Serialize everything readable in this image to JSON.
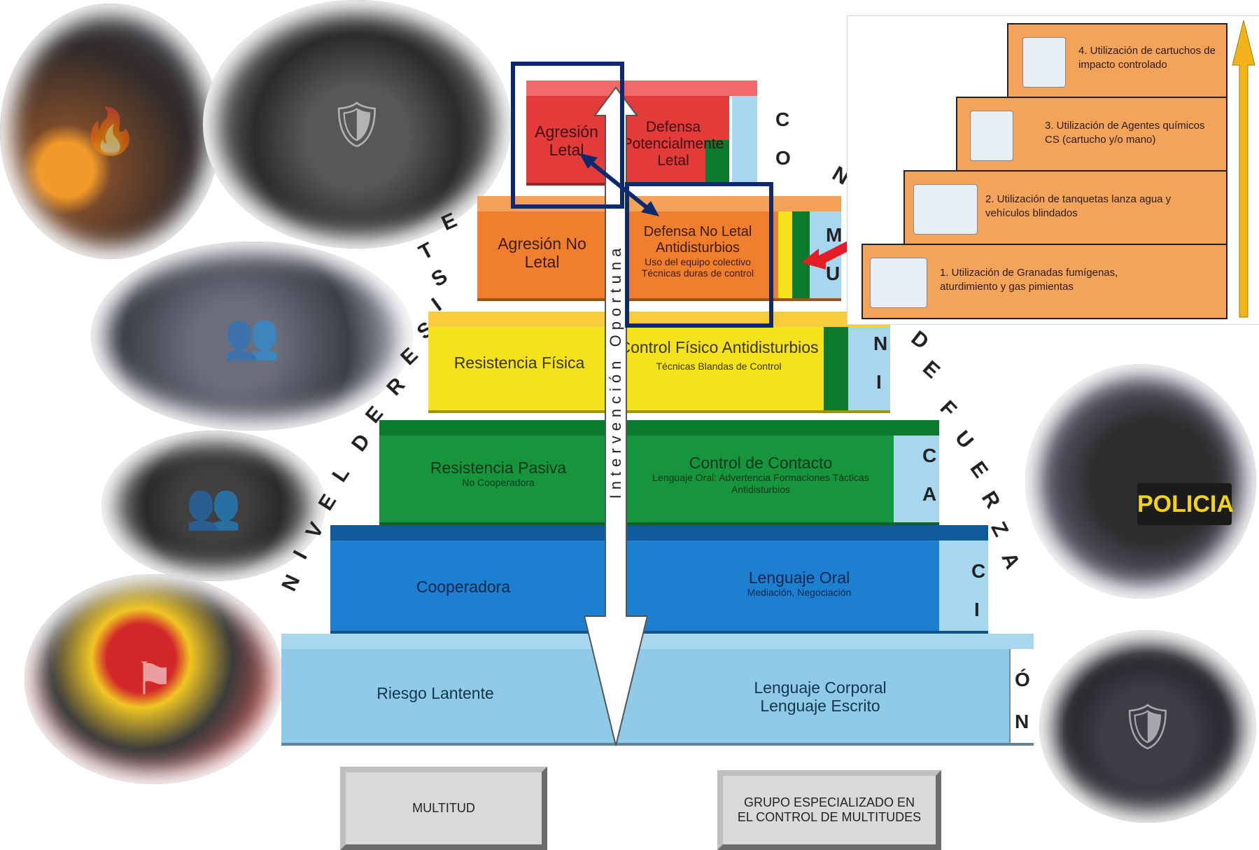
{
  "pyramid": {
    "rows": [
      {
        "left": "Agresión Letal",
        "right_title": "Defensa Potencialmente Letal",
        "right_sub": "",
        "colors": {
          "face": "#e33a3a",
          "top": "#f06a6a"
        }
      },
      {
        "left": "Agresión No Letal",
        "right_title": "Defensa No Letal Antidisturbios",
        "right_sub": "Uso del equipo colectivo Técnicas duras de control",
        "colors": {
          "face": "#f07f2d",
          "top": "#f5a259"
        }
      },
      {
        "left": "Resistencia Física",
        "right_title": "Control Físico Antidisturbios",
        "right_sub": "Técnicas Blandas de Control",
        "colors": {
          "face": "#f4e21c",
          "top": "#f8cc3a"
        }
      },
      {
        "left": "Resistencia Pasiva",
        "left_sub": "No Cooperadora",
        "right_title": "Control de Contacto",
        "right_sub": "Lenguaje Oral: Advertencia Formaciones Tácticas Antidisturbios",
        "colors": {
          "face": "#17953c",
          "top": "#0c7a2e"
        }
      },
      {
        "left": "Cooperadora",
        "right_title": "Lenguaje Oral",
        "right_sub": "Mediación, Negociación",
        "colors": {
          "face": "#1c7fd0",
          "top": "#0e5a9c"
        }
      },
      {
        "left": "Riesgo Lantente",
        "right_title": "Lenguaje Corporal Lenguaje Escrito",
        "right_sub": "",
        "colors": {
          "face": "#8fcbe8",
          "top": "#a9d8ee"
        }
      }
    ],
    "center_label": "Intervención Oportuna",
    "left_arc": "NIVEL DE RESISTENCIA",
    "right_arc": "NIVEL DE FUERZA",
    "comm_letters": [
      "C",
      "O",
      "M",
      "U",
      "N",
      "I",
      "C",
      "A",
      "C",
      "I",
      "Ó",
      "N"
    ]
  },
  "bottom": {
    "left_box": "MULTITUD",
    "right_box": "GRUPO ESPECIALIZADO EN EL CONTROL DE MULTITUDES"
  },
  "stairs": [
    {
      "text": "1. Utilización de Granadas fumígenas, aturdimiento y gas pimientas",
      "icon": "grenade-icon"
    },
    {
      "text": "2. Utilización de tanquetas lanza agua y vehículos blindados",
      "icon": "armored-vehicle-icon"
    },
    {
      "text": "3. Utilización de Agentes químicos CS (cartucho y/o mano)",
      "icon": "chemical-agent-icon"
    },
    {
      "text": "4. Utilización de cartuchos de impacto controlado",
      "icon": "cartridge-icon"
    }
  ],
  "photos": {
    "police_van_label": "POLICIA"
  },
  "colors": {
    "navy_box": "#0d2a6e",
    "red_arrow": "#e41e26",
    "gold_arrow": "#f2b21a",
    "comm_column": "#a7d7ee"
  }
}
